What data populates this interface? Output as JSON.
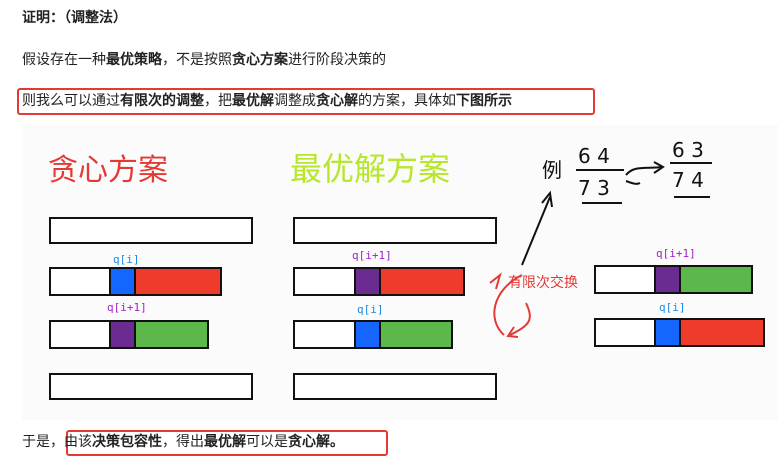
{
  "heading": {
    "prefix": "证明：",
    "suffix": "（调整法）"
  },
  "line2": {
    "t1": "假设存在一种",
    "b1": "最优策略",
    "t2": "，不是按照",
    "b2": "贪心方案",
    "t3": "进行阶段决策的"
  },
  "line3": {
    "t1": "则我么可以通过",
    "b1": "有限次的调整",
    "t2": "，把",
    "b2": "最优解",
    "t3": "调整成",
    "b3": "贪心解",
    "t4": "的方案，具体如",
    "b4": "下图所示"
  },
  "conclusion": {
    "t1": "于是，",
    "t2": "由该",
    "b1": "决策包容性",
    "t3": "，得出",
    "b2": "最优解",
    "t4": "可以是",
    "b3": "贪心解",
    "t5": "。"
  },
  "figure": {
    "greedy_title": "贪心方案",
    "optimal_title": "最优解方案",
    "label_qi": "q[i]",
    "label_qi1": "q[i+1]",
    "swap_label": "有限次交换",
    "example_char": "例",
    "before": {
      "top": "6  4",
      "bottom": "7  3"
    },
    "after": {
      "top": "6 3",
      "bottom": "7 4"
    },
    "colors": {
      "blue": "#1565ff",
      "purple": "#6a2c91",
      "red": "#ee3b2b",
      "green": "#5cb84a",
      "title_red": "#e53935",
      "title_green": "#b6e62d",
      "label_blue": "#1e88e5",
      "label_purple": "#a020c8",
      "highlight": "#e53935"
    }
  }
}
